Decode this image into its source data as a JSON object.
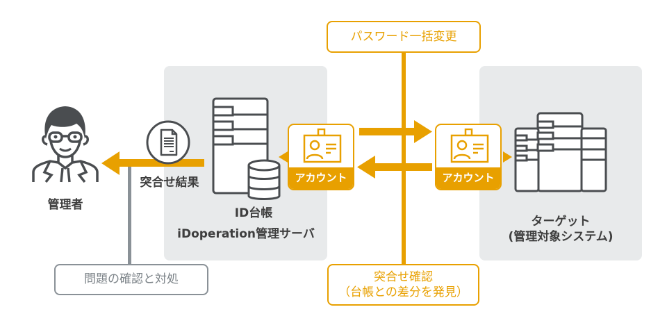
{
  "colors": {
    "accent": "#e8a000",
    "panel": "#e8eaeb",
    "icon_stroke": "#4a4d50",
    "gray_line": "#8a9197",
    "text_dark": "#3e3e3e"
  },
  "admin": {
    "icon": "person-with-glasses-icon",
    "label": "管理者"
  },
  "result": {
    "icon": "document-icon",
    "label": "突合せ結果"
  },
  "server": {
    "icons": [
      "server-rack-icon",
      "database-icon"
    ],
    "label_line1": "ID台帳",
    "label_line2": "iDoperation管理サーバ"
  },
  "accounts": [
    {
      "icon": "id-card-icon",
      "label": "アカウント"
    },
    {
      "icon": "id-card-icon",
      "label": "アカウント"
    }
  ],
  "target": {
    "icon": "server-cluster-icon",
    "label_line1": "ターゲット",
    "label_line2": "(管理対象システム)"
  },
  "callouts": {
    "password_change": "パスワード一括変更",
    "reconcile_line1": "突合せ確認",
    "reconcile_line2": "（台帳との差分を発見）",
    "issue_handling": "問題の確認と対処"
  }
}
